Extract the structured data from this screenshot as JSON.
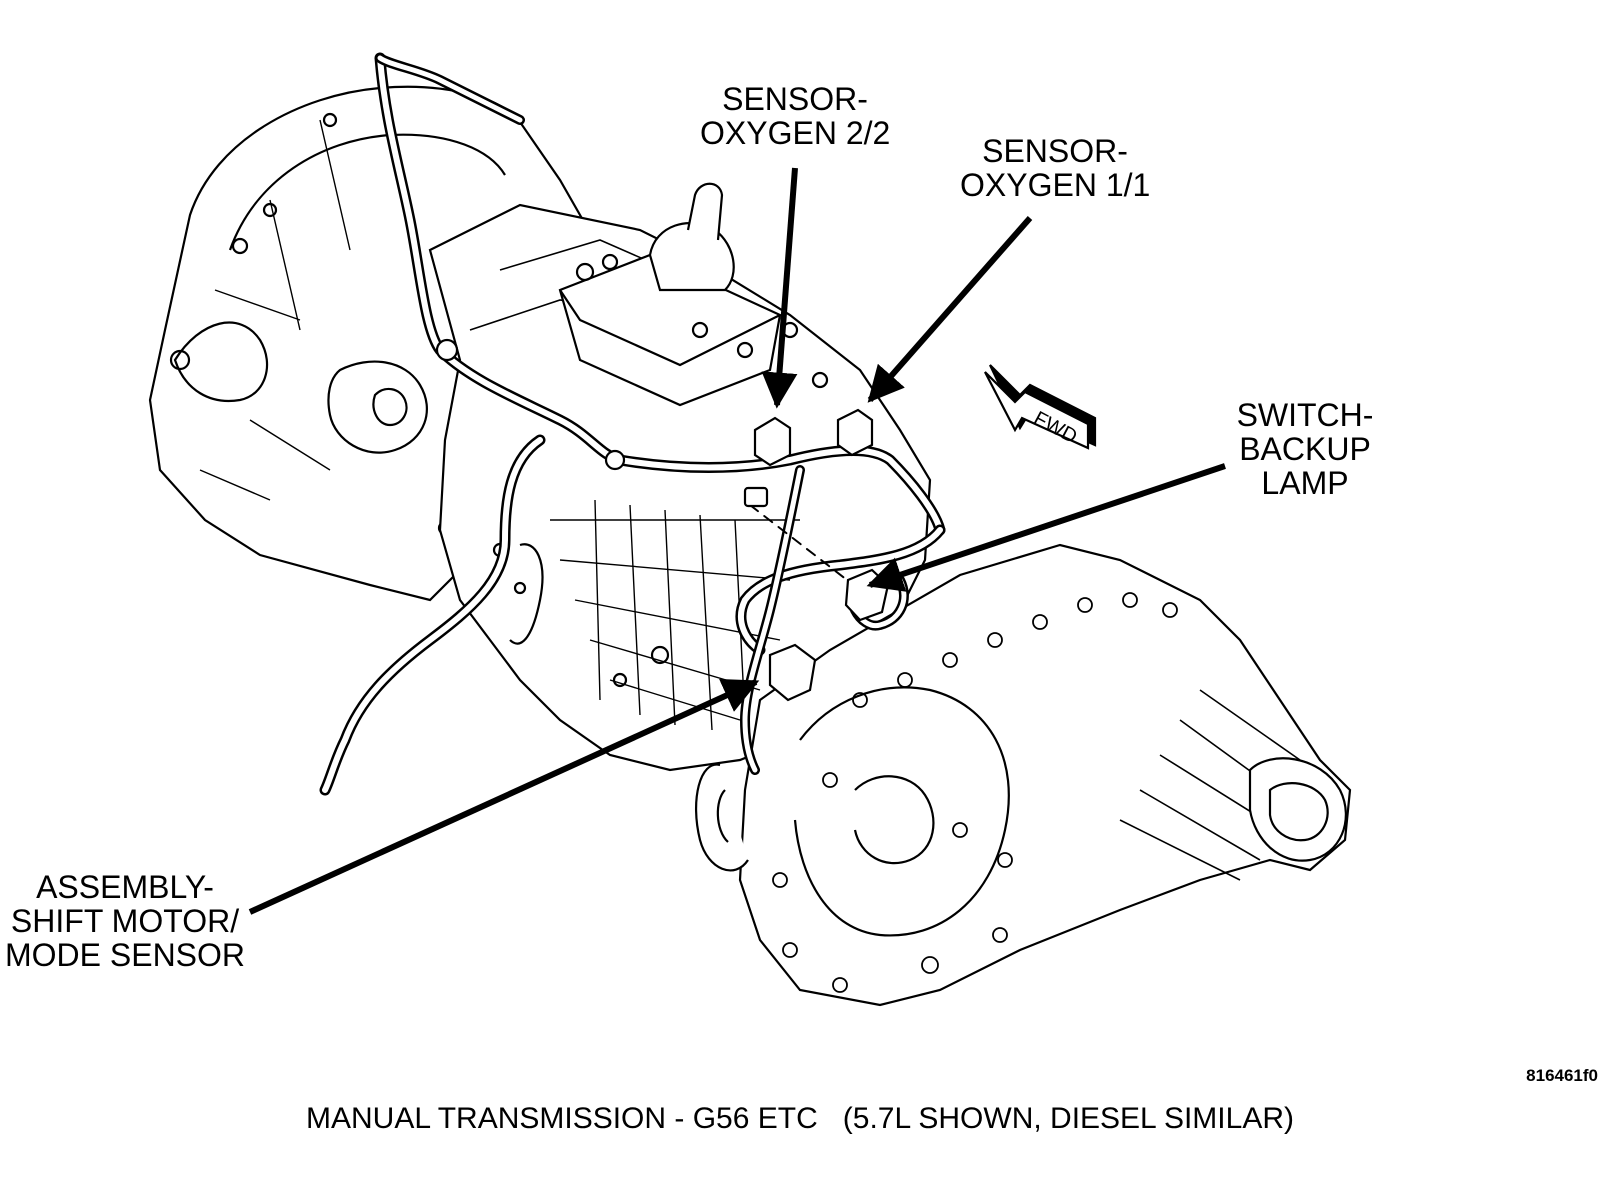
{
  "labels": {
    "oxygen_2_2": [
      "SENSOR-",
      "OXYGEN 2/2"
    ],
    "oxygen_1_1": [
      "SENSOR-",
      "OXYGEN 1/1"
    ],
    "backup_lamp": [
      "SWITCH-",
      "BACKUP",
      "LAMP"
    ],
    "shift_motor": [
      "ASSEMBLY-",
      "SHIFT MOTOR/",
      "MODE SENSOR"
    ],
    "fwd": "FWD"
  },
  "caption": "MANUAL TRANSMISSION - G56 ETC   (5.7L SHOWN, DIESEL SIMILAR)",
  "figure_id": "816461f0",
  "colors": {
    "ink": "#000000",
    "paper": "#ffffff"
  }
}
